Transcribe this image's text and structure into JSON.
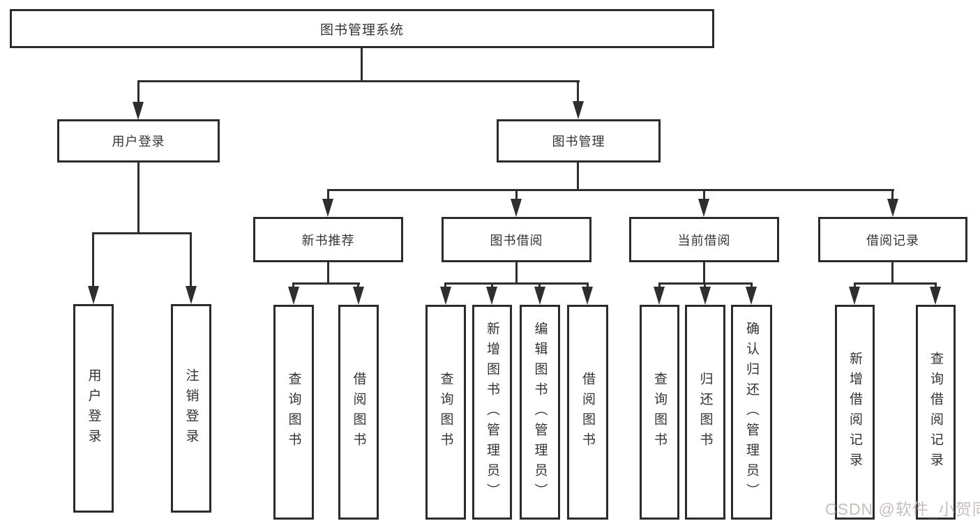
{
  "diagram": {
    "title": "图书管理系统",
    "level2": {
      "user_login": "用户登录",
      "book_management": "图书管理"
    },
    "level3": {
      "new_book_recommend": "新书推荐",
      "book_borrowing": "图书借阅",
      "current_borrowing": "当前借阅",
      "borrowing_records": "借阅记录"
    },
    "level4": {
      "user_login": "用户登录",
      "logout": "注销登录",
      "recommend_query_books": "查询图书",
      "recommend_borrow_books": "借阅图书",
      "borrowing_query_books": "查询图书",
      "borrowing_add_books_admin": "新增图书（管理员）",
      "borrowing_edit_books_admin": "编辑图书（管理员）",
      "borrowing_borrow_books": "借阅图书",
      "current_query_books": "查询图书",
      "current_return_books": "归还图书",
      "current_confirm_return_admin": "确认归还（管理员）",
      "records_add_record": "新增借阅记录",
      "records_query_record": "查询借阅记录"
    },
    "watermark": "CSDN @软件_小贺同学",
    "colors": {
      "line": "#2e2e2e",
      "box_border": "#2b2b2b",
      "text": "#333333",
      "watermark": "#c4bbbb",
      "background": "#ffffff"
    }
  }
}
